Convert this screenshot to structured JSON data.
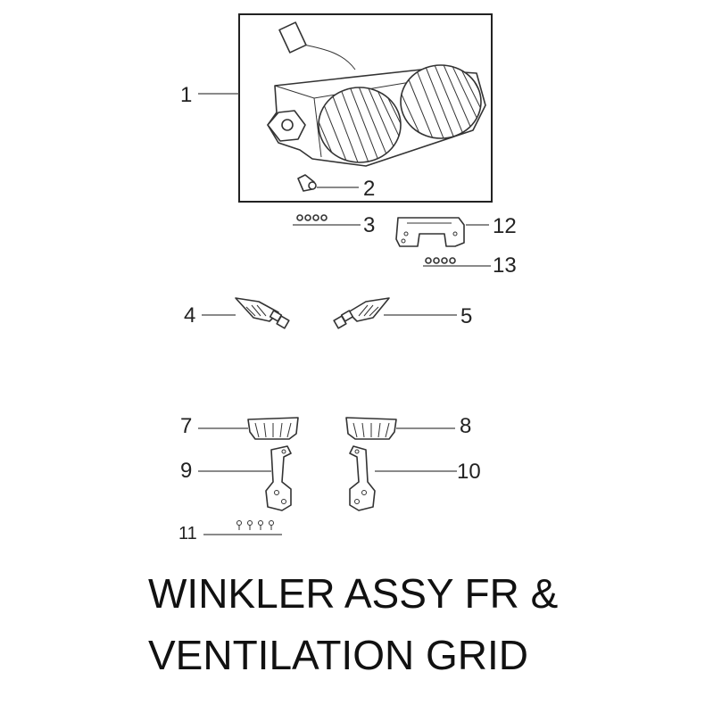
{
  "title_lines": [
    "WINKLER ASSY FR &",
    "VENTILATION GRID"
  ],
  "callouts": {
    "c1": "1",
    "c2": "2",
    "c3": "3",
    "c4": "4",
    "c5": "5",
    "c7": "7",
    "c8": "8",
    "c9": "9",
    "c10": "10",
    "c11": "11",
    "c12": "12",
    "c13": "13"
  }
}
